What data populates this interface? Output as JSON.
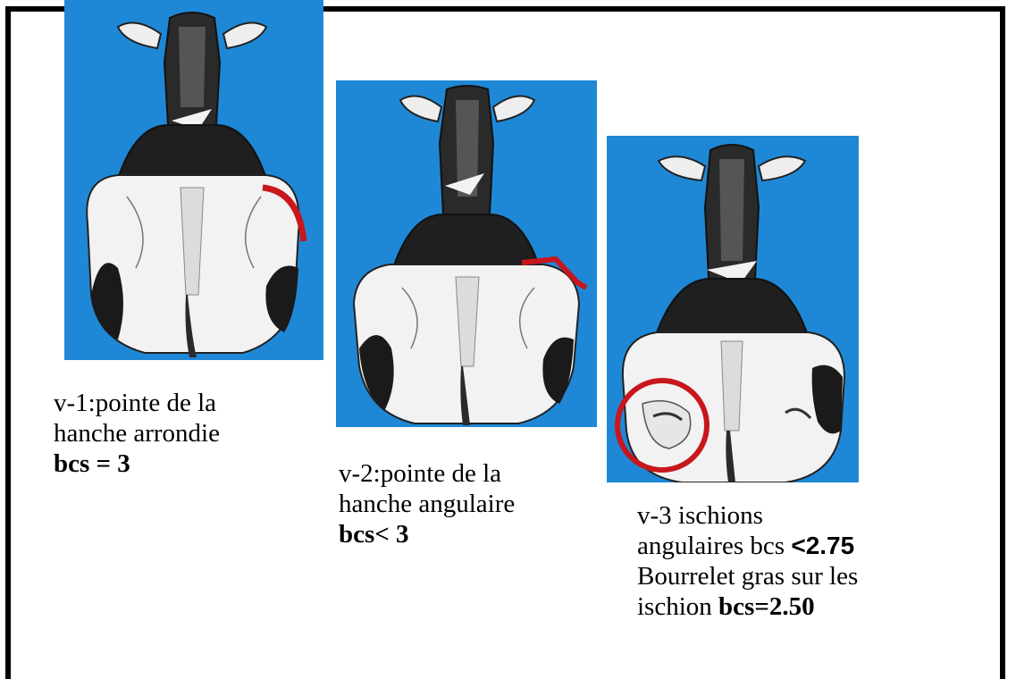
{
  "panels": [
    {
      "caption": {
        "line1": "v-1:pointe de la",
        "line2": "hanche arrondie",
        "line3": "bcs = 3"
      }
    },
    {
      "caption": {
        "line1": "v-2:pointe de la",
        "line2": "hanche angulaire",
        "line3": "bcs< 3"
      }
    },
    {
      "caption": {
        "line1": "v-3 ischions",
        "line2_prefix": "angulaires bcs ",
        "line2_value": "<2.75",
        "line3": "Bourrelet gras sur les",
        "line4_prefix": "ischion ",
        "line4_value": "bcs=2.50"
      }
    }
  ],
  "colors": {
    "panel_background": "#1f88d6",
    "highlight": "#c8161d",
    "coat_black": "#1a1a1a",
    "coat_white": "#f2f2f2"
  },
  "icons": [
    "cow-rear-view-illustration",
    "hip-highlight-marker",
    "ischium-circle-marker"
  ]
}
